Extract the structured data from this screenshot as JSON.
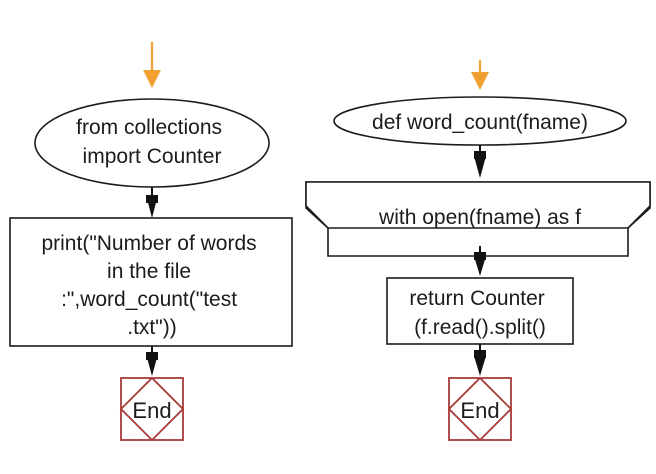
{
  "left_flow": {
    "import_text": [
      "from collections",
      "import Counter"
    ],
    "print_text": [
      "print(\"Number of words",
      "in the file",
      ":\",word_count(\"test",
      ".txt\"))"
    ],
    "end_label": "End"
  },
  "right_flow": {
    "def_text": "def word_count(fname)",
    "with_text": "with open(fname) as f",
    "return_text": [
      "return Counter",
      "(f.read().split()"
    ],
    "end_label": "End"
  },
  "colors": {
    "start_arrow": "#f0a030",
    "flow_arrow": "#111111",
    "end_border": "#a83a3a",
    "shape_border": "#1c1c1c"
  }
}
